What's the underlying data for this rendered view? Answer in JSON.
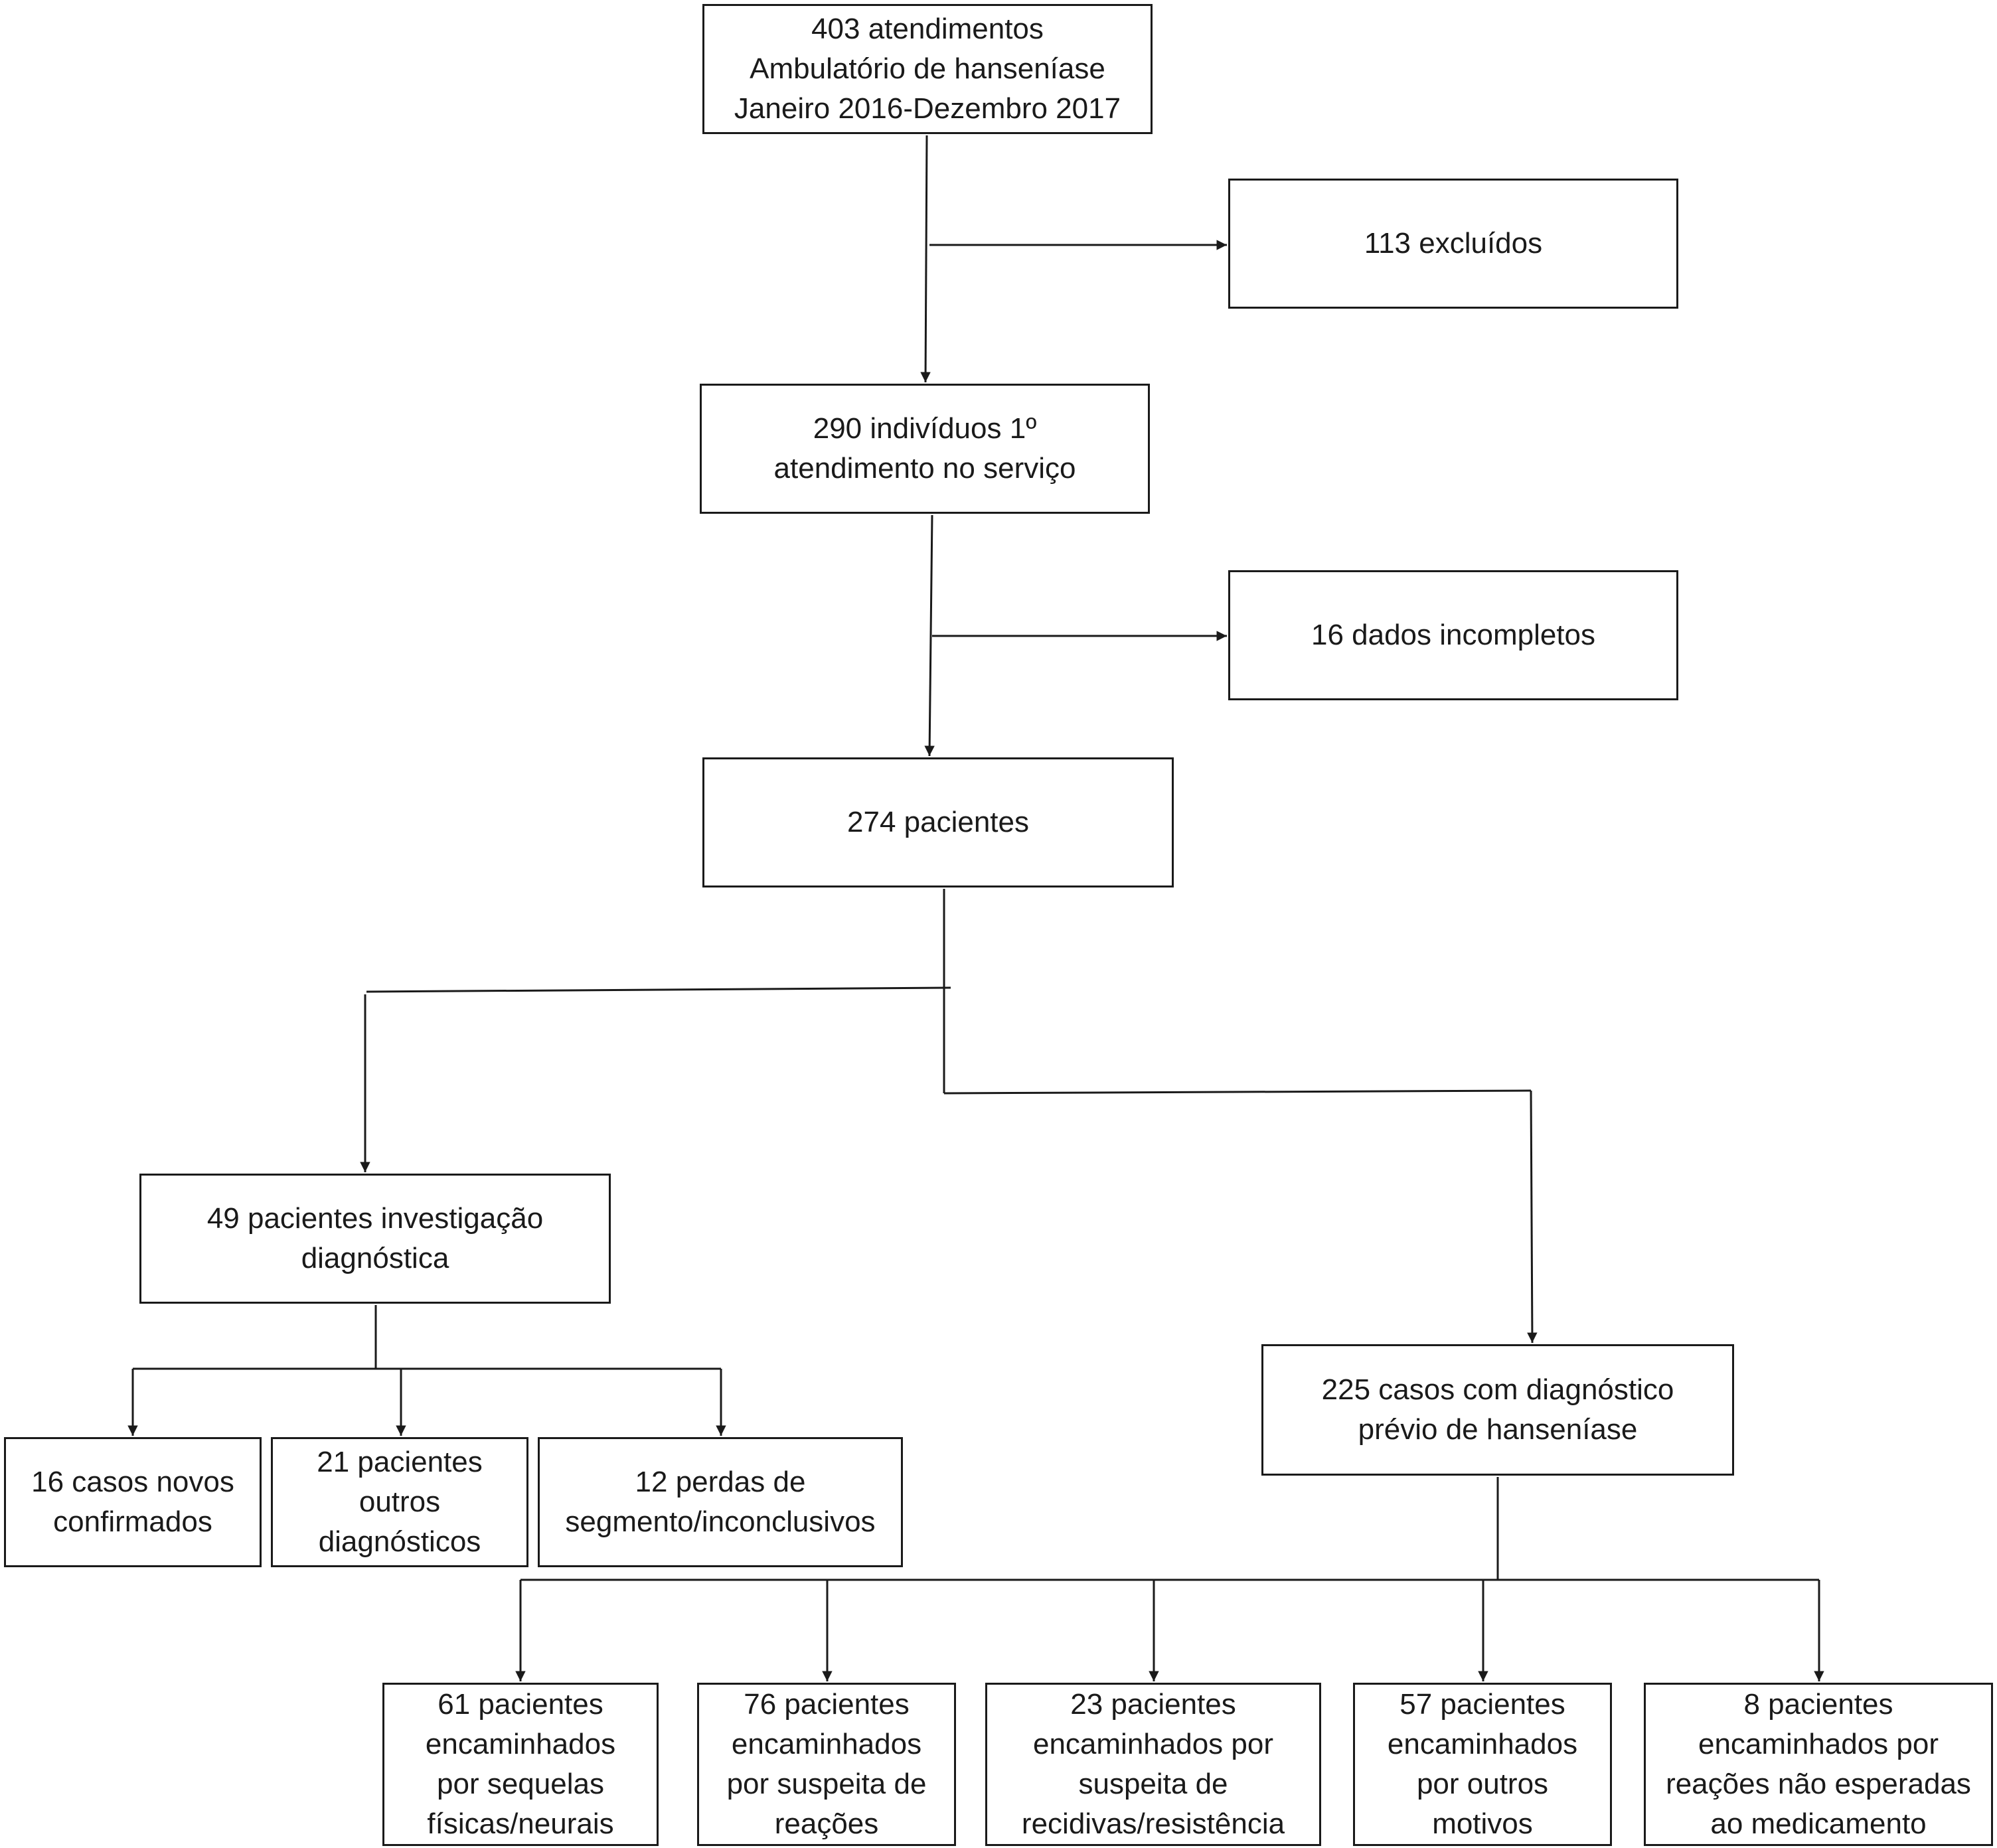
{
  "flowchart": {
    "nodes": {
      "n403": "403 atendimentos\nAmbulatório de hanseníase\nJaneiro 2016-Dezembro 2017",
      "n113": "113 excluídos",
      "n290": "290 indivíduos 1º\natendimento no serviço",
      "n16i": "16 dados incompletos",
      "n274": "274 pacientes",
      "n49": "49 pacientes investigação\ndiagnóstica",
      "n225": "225 casos com diagnóstico\nprévio de hanseníase",
      "n16c": "16 casos novos\nconfirmados",
      "n21": "21 pacientes\noutros\ndiagnósticos",
      "n12": "12 perdas de\nsegmento/inconclusivos",
      "n61": "61 pacientes\nencaminhados\npor sequelas\nfísicas/neurais",
      "n76": "76 pacientes\nencaminhados\npor suspeita de\nreações",
      "n23": "23 pacientes\nencaminhados por\nsuspeita de\nrecidivas/resistência",
      "n57": "57 pacientes\nencaminhados\npor outros\nmotivos",
      "n8": "8 pacientes\nencaminhados por\nreações não esperadas\nao medicamento"
    },
    "edges": [
      {
        "from": "n403",
        "to": "n113"
      },
      {
        "from": "n403",
        "to": "n290"
      },
      {
        "from": "n290",
        "to": "n16i"
      },
      {
        "from": "n290",
        "to": "n274"
      },
      {
        "from": "n274",
        "to": "n49"
      },
      {
        "from": "n274",
        "to": "n225"
      },
      {
        "from": "n49",
        "to": "n16c"
      },
      {
        "from": "n49",
        "to": "n21"
      },
      {
        "from": "n49",
        "to": "n12"
      },
      {
        "from": "n225",
        "to": "n61"
      },
      {
        "from": "n225",
        "to": "n76"
      },
      {
        "from": "n225",
        "to": "n23"
      },
      {
        "from": "n225",
        "to": "n57"
      },
      {
        "from": "n225",
        "to": "n8"
      }
    ],
    "line_color": "#1a1a1a"
  }
}
